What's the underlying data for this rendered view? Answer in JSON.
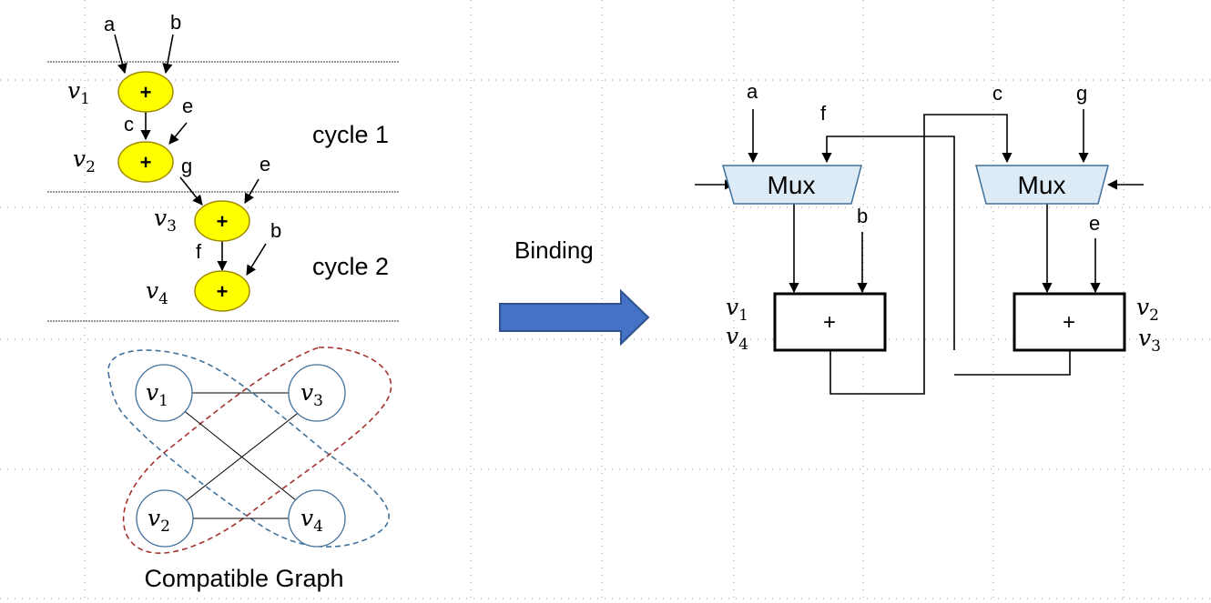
{
  "dfg": {
    "nodes": [
      {
        "id": "v1",
        "var": "v",
        "sub": "1",
        "op": "+"
      },
      {
        "id": "v2",
        "var": "v",
        "sub": "2",
        "op": "+"
      },
      {
        "id": "v3",
        "var": "v",
        "sub": "3",
        "op": "+"
      },
      {
        "id": "v4",
        "var": "v",
        "sub": "4",
        "op": "+"
      }
    ],
    "inputs": {
      "a": "a",
      "b": "b",
      "c": "c",
      "e1": "e",
      "g": "g",
      "e2": "e",
      "f": "f",
      "b2": "b"
    },
    "cycles": [
      "cycle 1",
      "cycle 2"
    ]
  },
  "compatible_graph": {
    "title": "Compatible Graph",
    "nodes": [
      {
        "var": "v",
        "sub": "1"
      },
      {
        "var": "v",
        "sub": "3"
      },
      {
        "var": "v",
        "sub": "2"
      },
      {
        "var": "v",
        "sub": "4"
      }
    ],
    "edges": [
      [
        "v1",
        "v3"
      ],
      [
        "v1",
        "v4"
      ],
      [
        "v3",
        "v2"
      ],
      [
        "v2",
        "v4"
      ]
    ],
    "cluster_colors": {
      "blue": "#41719c",
      "red": "#a5332e"
    }
  },
  "arrow": {
    "label": "Binding",
    "color": "#4472c4",
    "stroke": "#2f528f"
  },
  "datapath": {
    "left_mux": {
      "label": "Mux",
      "in_a": "a",
      "in_f": "f"
    },
    "right_mux": {
      "label": "Mux",
      "in_c": "c",
      "in_g": "g"
    },
    "left_adder": {
      "op": "+",
      "extra_in": "b",
      "bound": [
        {
          "var": "v",
          "sub": "1"
        },
        {
          "var": "v",
          "sub": "4"
        }
      ]
    },
    "right_adder": {
      "op": "+",
      "extra_in": "e",
      "bound": [
        {
          "var": "v",
          "sub": "2"
        },
        {
          "var": "v",
          "sub": "3"
        }
      ]
    },
    "mux_fill": "#ddebf7",
    "node_fill": "#ffff00",
    "node_stroke": "#a08a00"
  }
}
